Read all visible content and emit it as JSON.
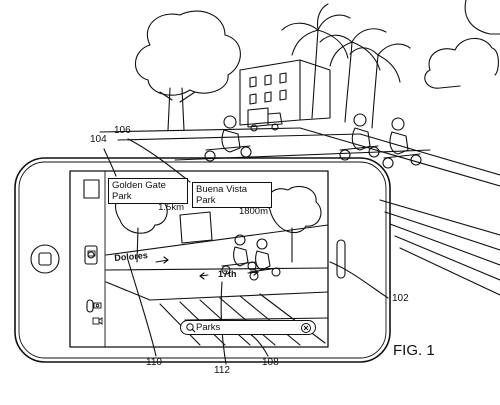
{
  "figure_label": "FIG. 1",
  "reference_numerals": {
    "n104": "104",
    "n106": "106",
    "n102": "102",
    "n110": "110",
    "n112": "112",
    "n108": "108"
  },
  "overlays": {
    "poi_1": {
      "name": "Golden Gate Park",
      "distance": "1.5km"
    },
    "poi_2": {
      "name": "Buena Vista Park",
      "distance": "1800m"
    },
    "street_1": "Dolores",
    "street_2": "17th"
  },
  "search": {
    "query": "Parks"
  },
  "icons": [
    "camera-icon",
    "search-icon",
    "clear-icon",
    "camera-mode-icon",
    "video-mode-icon",
    "home-button"
  ]
}
